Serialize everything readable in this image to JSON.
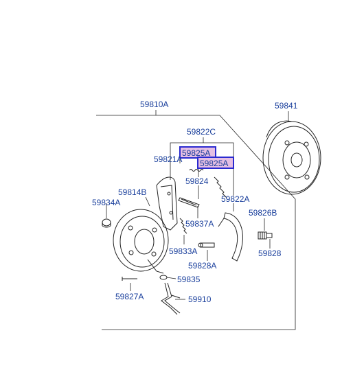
{
  "colors": {
    "label": "#1a3f9c",
    "highlight_fill": "#e5bfe3",
    "highlight_border": "#2a2ad0",
    "line": "#222222"
  },
  "labels": {
    "assembly": "59810A",
    "drum": "59841",
    "shoe_kit": "59822C",
    "spring_a": "59825A",
    "spring_b": "59825A",
    "lever": "59821A",
    "strut": "59824",
    "backing_plate": "59814B",
    "plug": "59834A",
    "shoe_right": "59822A",
    "adjuster_bolt": "59826B",
    "hold_pin": "59837A",
    "pin_spring": "59833A",
    "adjuster": "59828",
    "clip": "59828A",
    "retainer": "59835",
    "bolt": "59827A",
    "cable": "59910"
  }
}
